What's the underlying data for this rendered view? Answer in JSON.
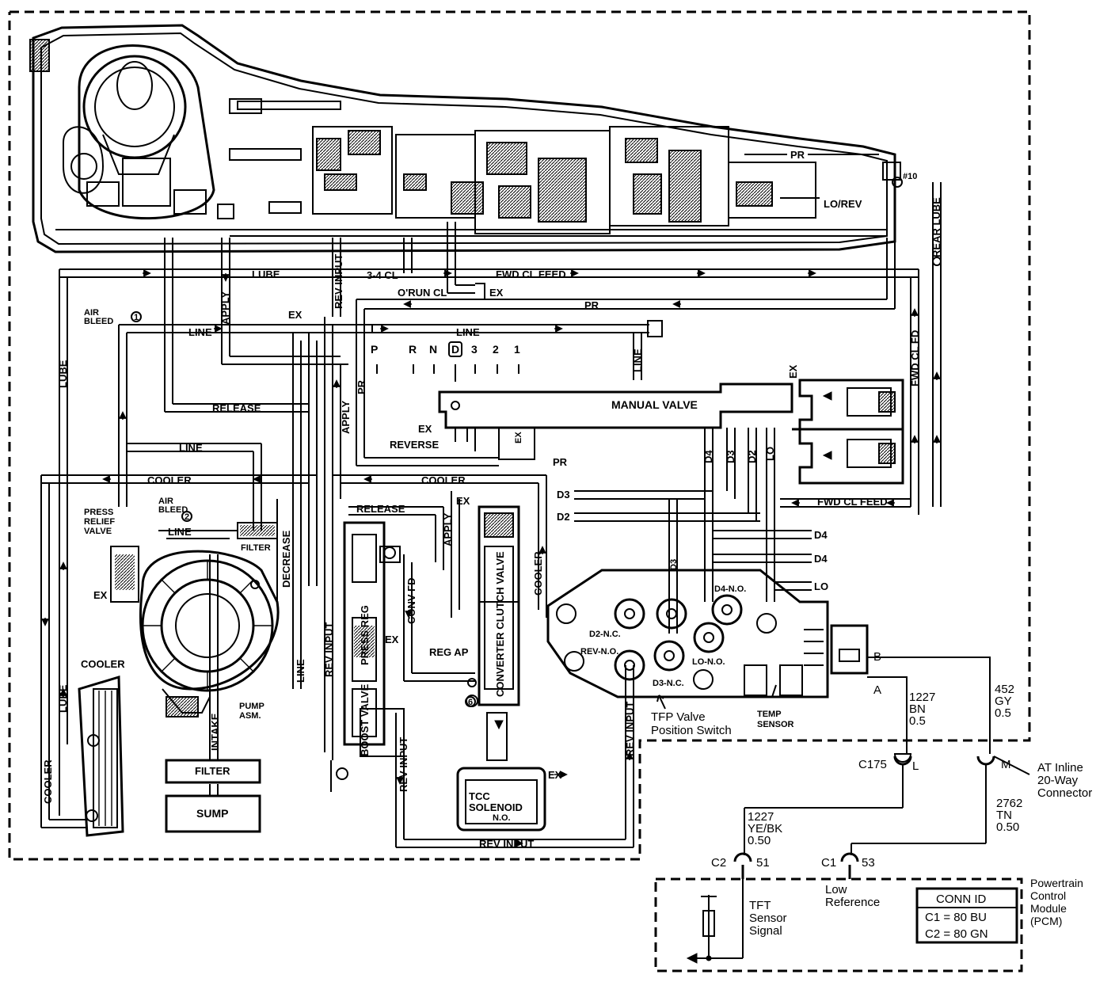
{
  "colors": {
    "line": "#000000",
    "background": "#ffffff"
  },
  "hydraulic": {
    "pr_top": "PR",
    "pr_mid": "PR",
    "pr_reverse": "PR",
    "pr_vertical": "PR",
    "lo_rev": "LO/REV",
    "check_ball_10": "#10",
    "rear_lube": "REAR LUBE",
    "lube_top": "LUBE",
    "lube_left": "LUBE",
    "lube_lower": "LUBE",
    "apply_top": "APPLY",
    "apply_mid": "APPLY",
    "apply_tcc": "APPLY",
    "rev_input_top": "REV INPUT",
    "rev_input_mid": "REV INPUT",
    "rev_input_low": "REV INPUT",
    "rev_input_right": "REV INPUT",
    "rev_input_bottom": "REV INPUT",
    "cl_34": "3-4 CL",
    "fwd_cl_feed": "FWD CL FEED",
    "fwd_cl_feed_low": "FWD CL FEED",
    "fwd_cl_fd": "FWD CL FD",
    "orun_cl": "O'RUN CL",
    "ex_orun": "EX",
    "ex_top": "EX",
    "ex_reverse": "EX",
    "ex_manual": "EX",
    "ex_tcc": "EX",
    "ex_relief": "EX",
    "ex_boost": "EX",
    "ex_solenoid": "EX",
    "air_bleed_top": "AIR\nBLEED",
    "air_bleed_pump": "AIR\nBLEED",
    "line_top": "LINE",
    "line_mid": "LINE",
    "line_left": "LINE",
    "line_pump": "LINE",
    "line_vertical": "LINE",
    "release_top": "RELEASE",
    "release_mid": "RELEASE",
    "cooler_top": "COOLER",
    "cooler_mid": "COOLER",
    "cooler_tcc": "COOLER",
    "cooler_label": "COOLER",
    "cooler_vertical": "COOLER",
    "decrease": "DECREASE",
    "press_relief_valve": "PRESS\nRELIEF\nVALVE",
    "filter_small": "FILTER",
    "filter_box": "FILTER",
    "sump_box": "SUMP",
    "intake": "INTAKE",
    "pump_asm": "PUMP\nASM.",
    "press_reg": "PRESS REG",
    "boost_valve": "BOOST VALVE",
    "conv_fd": "CONV FD",
    "reg_ap": "REG AP",
    "converter_clutch_valve": "CONVERTER CLUTCH VALVE",
    "tcc_solenoid": "TCC\nSOLENOID",
    "no_solenoid": "N.O.",
    "reverse": "REVERSE",
    "manual_valve": "MANUAL VALVE",
    "gears": [
      "P",
      "R",
      "N",
      "D",
      "3",
      "2",
      "1"
    ],
    "d4_v": "D4",
    "d3_v": "D3",
    "d2_v": "D2",
    "lo_v": "LO",
    "d3_h": "D3",
    "d2_h": "D2",
    "d4_r1": "D4",
    "d4_r2": "D4",
    "lo_r": "LO",
    "d3_tfp": "D3",
    "d2_nc": "D2-N.C.",
    "rev_no": "REV-N.O.",
    "d3_nc": "D3-N.C.",
    "lo_no": "LO-N.O.",
    "d4_no": "D4-N.O.",
    "circle_1": "1",
    "circle_2": "2",
    "circle_6": "6"
  },
  "electrical": {
    "tfp_switch": "TFP Valve\nPosition Switch",
    "temp_sensor": "TEMP\nSENSOR",
    "pin_a": "A",
    "pin_b": "B",
    "wire_1227_bn": "1227\nBN\n0.5",
    "wire_452_gy": "452\nGY\n0.5",
    "c175": "C175",
    "pin_l": "L",
    "pin_m": "M",
    "at_inline": "AT Inline\n20-Way\nConnector",
    "wire_1227_yebk": "1227\nYE/BK\n0.50",
    "wire_2762_tn": "2762\nTN\n0.50",
    "c2": "C2",
    "pin_51": "51",
    "c1": "C1",
    "pin_53": "53",
    "tft_signal": "TFT\nSensor\nSignal",
    "low_reference": "Low\nReference",
    "conn_id_title": "CONN ID",
    "conn_id_c1": "C1 = 80 BU",
    "conn_id_c2": "C2 = 80 GN",
    "pcm": "Powertrain\nControl\nModule\n(PCM)"
  }
}
